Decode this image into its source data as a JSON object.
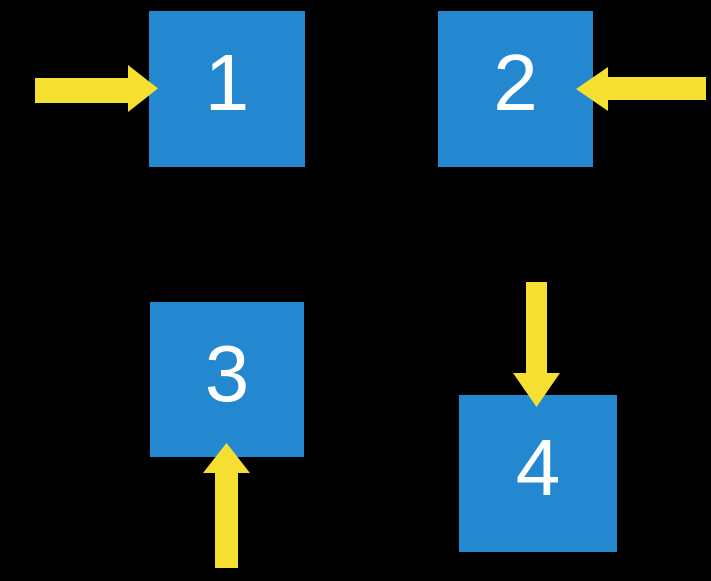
{
  "diagram": {
    "description": "Four numbered blue squares on a black background, each with a yellow arrow pointing into it",
    "squares": [
      {
        "label": "1",
        "arrow_direction": "pointing-right-into-left-side"
      },
      {
        "label": "2",
        "arrow_direction": "pointing-left-into-right-side"
      },
      {
        "label": "3",
        "arrow_direction": "pointing-up-into-bottom-side"
      },
      {
        "label": "4",
        "arrow_direction": "pointing-down-into-top-side"
      }
    ]
  },
  "colors": {
    "background": "#000000",
    "square_blue": "#2488d0",
    "arrow_yellow": "#f5df31",
    "number_white": "#ffffff"
  }
}
